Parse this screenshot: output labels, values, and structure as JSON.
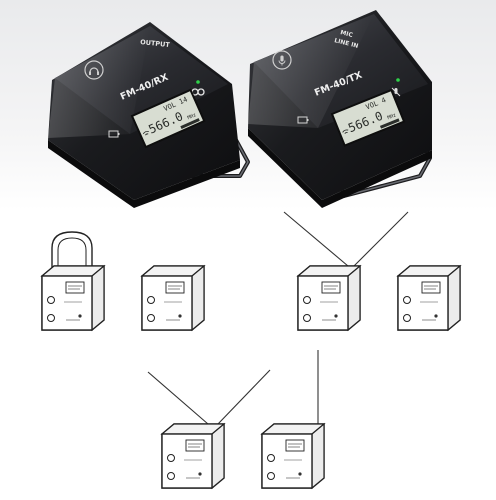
{
  "receiver": {
    "model": "FM-40/RX",
    "port_label": "OUTPUT",
    "lcd": {
      "channel": "VOL 14",
      "frequency": "566.0",
      "unit": "MHz"
    }
  },
  "transmitter": {
    "model": "FM-40/TX",
    "port_label_line1": "MIC",
    "port_label_line2": "LINE IN",
    "lcd": {
      "channel": "VOL 4",
      "frequency": "566.0",
      "unit": "MHz"
    }
  },
  "colors": {
    "device_body": "#1c1d20",
    "device_glass": "#2b2c30",
    "lcd_background": "#d8ddd2",
    "lcd_text": "#2a2d2a",
    "indicator_green": "#2fd34a"
  },
  "icons": [
    "headphone-icon",
    "link-icon",
    "microphone-icon",
    "mute-icon",
    "battery-icon",
    "wifi-icon"
  ]
}
